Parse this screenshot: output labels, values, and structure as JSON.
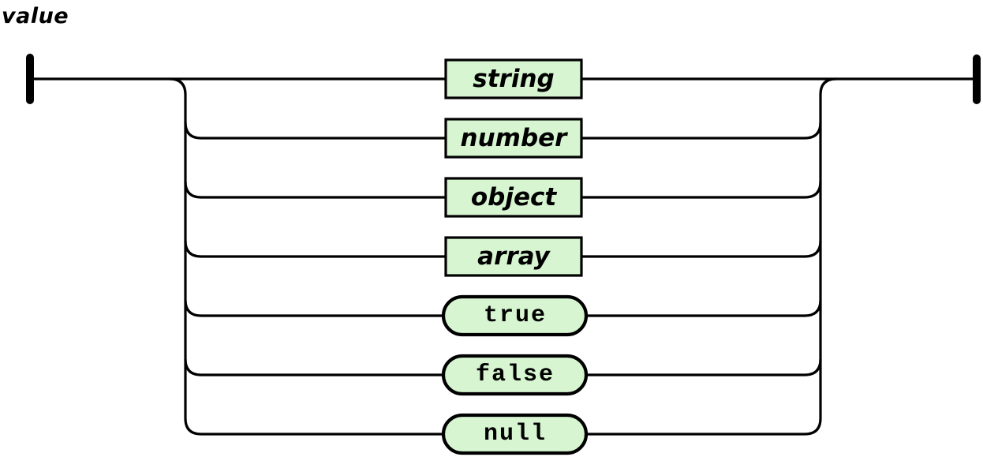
{
  "title": "value",
  "diagram": {
    "kind": "railroad-syntax-diagram",
    "rule_name": "value",
    "colors": {
      "stroke": "#000000",
      "node_fill": "#d6f5d0",
      "background": "#ffffff",
      "text": "#000000"
    },
    "nodes": [
      {
        "label": "string",
        "type": "nonterminal",
        "shape": "rectangle"
      },
      {
        "label": "number",
        "type": "nonterminal",
        "shape": "rectangle"
      },
      {
        "label": "object",
        "type": "nonterminal",
        "shape": "rectangle"
      },
      {
        "label": "array",
        "type": "nonterminal",
        "shape": "rectangle"
      },
      {
        "label": "true",
        "type": "terminal",
        "shape": "stadium"
      },
      {
        "label": "false",
        "type": "terminal",
        "shape": "stadium"
      },
      {
        "label": "null",
        "type": "terminal",
        "shape": "stadium"
      }
    ]
  }
}
